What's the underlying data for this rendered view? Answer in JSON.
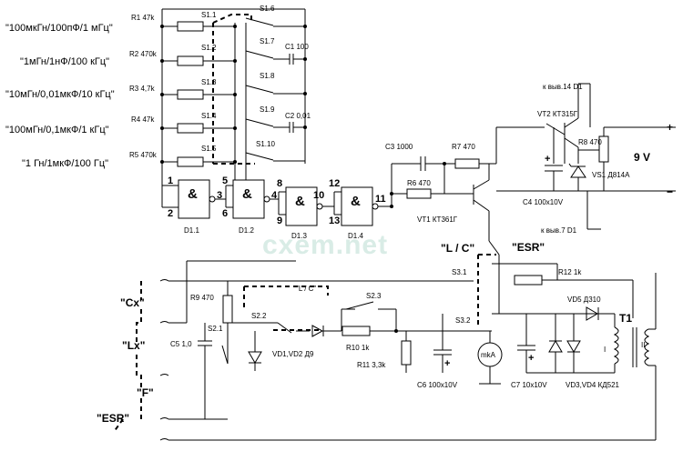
{
  "ranges": [
    "\"100мкГн/100пФ/1 мГц\"",
    "\"1мГн/1нФ/100 кГц\"",
    "\"10мГн/0,01мкФ/10 кГц\"",
    "\"100мГн/0,1мкФ/1 кГц\"",
    "\"1 Гн/1мкФ/100 Гц\""
  ],
  "resistors_left": [
    "R1 47k",
    "R2 470k",
    "R3 4,7k",
    "R4 47k",
    "R5 470k"
  ],
  "switches_s1_left": [
    "S1.1",
    "S1.2",
    "S1.3",
    "S1.4",
    "S1.5"
  ],
  "switches_s1_right": [
    "S1.6",
    "S1.7",
    "S1.8",
    "S1.9",
    "S1.10"
  ],
  "capacitors_top": [
    "C1 100",
    "C2 0,01"
  ],
  "gates": {
    "names": [
      "D1.1",
      "D1.2",
      "D1.3",
      "D1.4"
    ],
    "symbol": "&",
    "pins": [
      "1",
      "2",
      "3",
      "5",
      "6",
      "4",
      "8",
      "9",
      "10",
      "12",
      "13",
      "11"
    ]
  },
  "generator_right": {
    "c3": "C3 1000",
    "r7": "R7 470",
    "r6": "R6 470",
    "vt1": "VT1 КТ361Г",
    "vt2": "VT2 КТ315Г",
    "r8": "R8 470",
    "c4": "C4 100x10V",
    "vs1": "VS1 Д814А",
    "pin14": "к выв.14 D1",
    "pin7": "к выв.7 D1",
    "supply": "9 V",
    "plus": "+",
    "minus": "−"
  },
  "watermark": "cxem.net",
  "terminals": [
    "\"Cx\"",
    "\"Lx\"",
    "\"F\"",
    "\"ESR\""
  ],
  "switch_names": [
    "S2.1",
    "S2.2",
    "S2.3",
    "S3.1",
    "S3.2"
  ],
  "mode_labels": [
    "\"L / C\"",
    "\"L / C\"",
    "\"ESR\""
  ],
  "bottom_parts": {
    "r9": "R9 470",
    "c5": "C5 1,0",
    "vd12": "VD1,VD2 Д9",
    "r10": "R10 1k",
    "r11": "R11 3,3k",
    "c6": "C6 100x10V",
    "meter": "mkA",
    "c7": "C7 10x10V",
    "vd34": "VD3,VD4 КД521",
    "vd5": "VD5 Д310",
    "t1": "T1",
    "r12": "R12 1k",
    "winding1": "I",
    "winding2": "II",
    "polarity": "+"
  }
}
